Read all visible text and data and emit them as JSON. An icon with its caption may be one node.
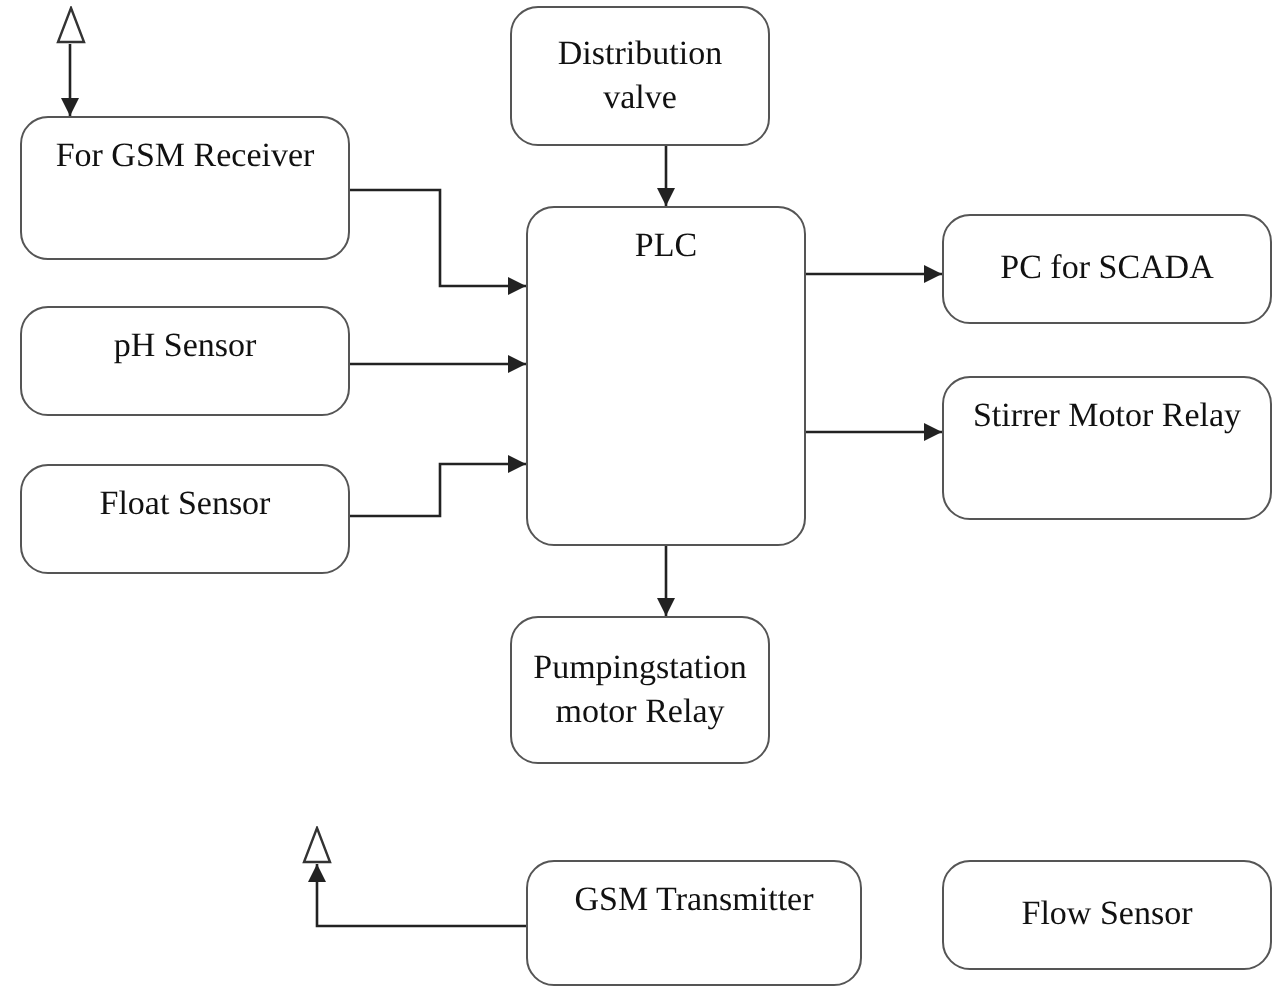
{
  "diagram": {
    "nodes": [
      {
        "text": [],
        "shape": "triangle"
      },
      {
        "text": [
          "Distribution valve"
        ]
      },
      {
        "text": [
          "For GSM Receiver"
        ]
      },
      {
        "text": [
          "PLC"
        ]
      },
      {
        "text": [
          "PC for SCADA"
        ]
      },
      {
        "text": [
          "pH Sensor"
        ]
      },
      {
        "text": [
          "Stirrer Motor Relay"
        ]
      },
      {
        "text": [
          "Float Sensor"
        ]
      },
      {
        "text": [
          "Pumpingstation motor Relay"
        ]
      },
      {
        "text": [],
        "shape": "triangle"
      },
      {
        "text": [
          "GSM Transmitter"
        ]
      },
      {
        "text": [
          "Flow Sensor"
        ]
      }
    ],
    "edges": [
      {
        "from": 0,
        "to": 2,
        "arrow": "to"
      },
      {
        "from": 1,
        "to": 3,
        "arrow": "to"
      },
      {
        "from": 2,
        "to": 3,
        "arrow": "to"
      },
      {
        "from": 5,
        "to": 3,
        "arrow": "to"
      },
      {
        "from": 7,
        "to": 3,
        "arrow": "to"
      },
      {
        "from": 3,
        "to": 4,
        "arrow": "to"
      },
      {
        "from": 3,
        "to": 6,
        "arrow": "to"
      },
      {
        "from": 3,
        "to": 8,
        "arrow": "to"
      },
      {
        "from": 10,
        "to": 9,
        "arrow": "to"
      }
    ]
  }
}
